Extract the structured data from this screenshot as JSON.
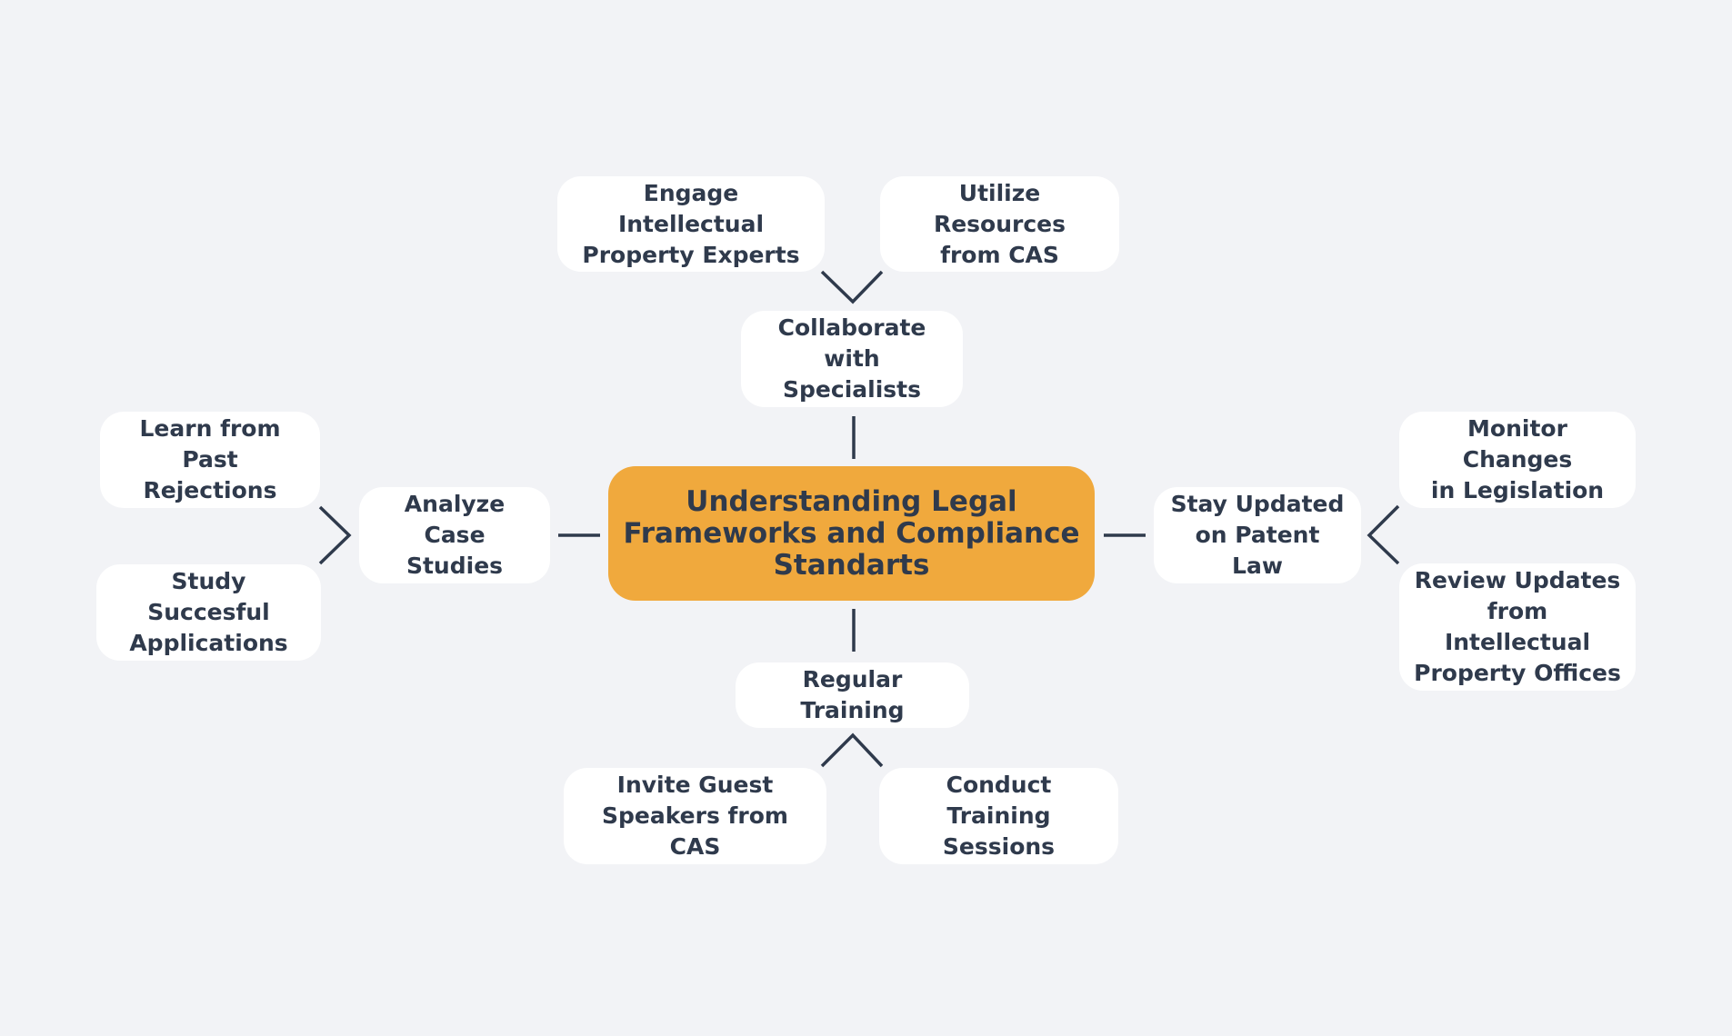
{
  "colors": {
    "background": "#f2f3f6",
    "central_fill": "#f0a93d",
    "node_fill": "#ffffff",
    "text": "#2f3a4c",
    "connector": "#2f3a4c"
  },
  "central": {
    "label": "Understanding Legal\nFrameworks and Compliance\nStandarts"
  },
  "top_branch": {
    "label": "Collaborate\nwith Specialists",
    "children": [
      {
        "label": "Engage Intellectual\nProperty Experts"
      },
      {
        "label": "Utilize Resources\nfrom CAS"
      }
    ]
  },
  "left_branch": {
    "label": "Analyze Case\nStudies",
    "children": [
      {
        "label": "Learn from\nPast Rejections"
      },
      {
        "label": "Study Succesful\nApplications"
      }
    ]
  },
  "right_branch": {
    "label": "Stay Updated\non Patent Law",
    "children": [
      {
        "label": "Monitor Changes\nin Legislation"
      },
      {
        "label": "Review Updates\nfrom Intellectual\nProperty Offices"
      }
    ]
  },
  "bottom_branch": {
    "label": "Regular Training",
    "children": [
      {
        "label": "Invite Guest\nSpeakers from CAS"
      },
      {
        "label": "Conduct Training\nSessions"
      }
    ]
  }
}
